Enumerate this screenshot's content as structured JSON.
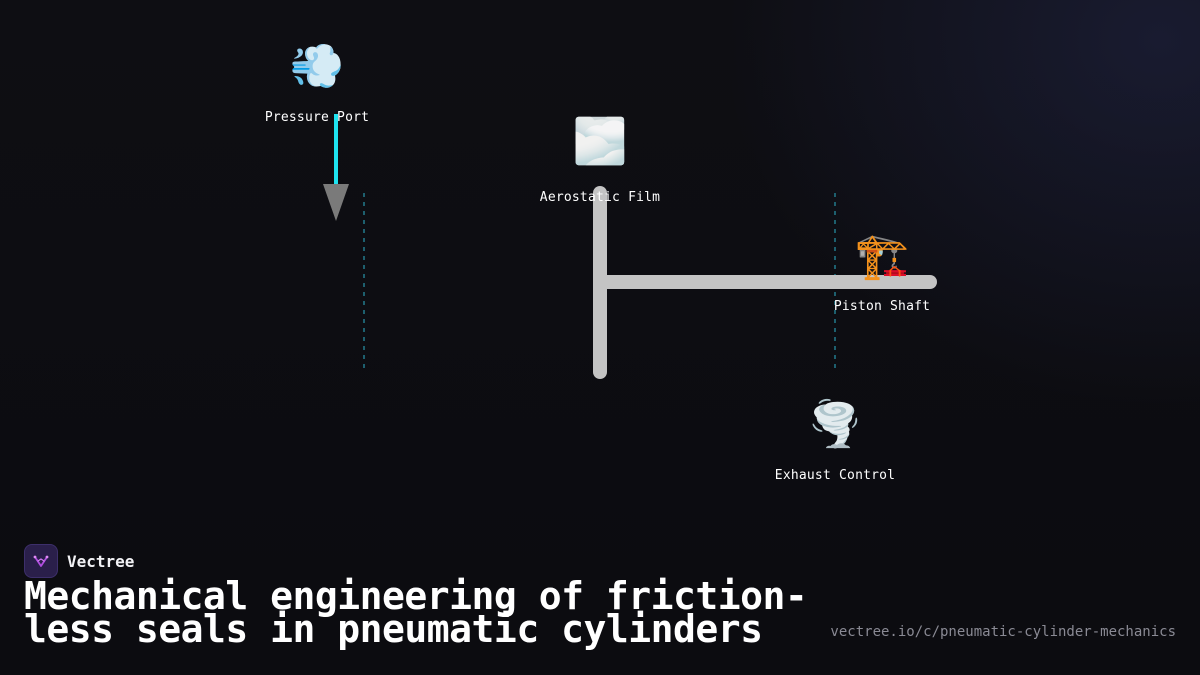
{
  "diagram": {
    "nodes": [
      {
        "id": "pressure-port",
        "label": "Pressure Port",
        "icon": "dashing-away-icon",
        "glyph": "💨"
      },
      {
        "id": "aerostatic-film",
        "label": "Aerostatic Film",
        "icon": "fog-icon",
        "glyph": "🌫️"
      },
      {
        "id": "piston-shaft",
        "label": "Piston Shaft",
        "icon": "crane-icon",
        "glyph": "🏗️"
      },
      {
        "id": "exhaust-control",
        "label": "Exhaust Control",
        "icon": "tornado-icon",
        "glyph": "🌪️"
      }
    ],
    "colors": {
      "arrow_shaft": "#1ee3f0",
      "arrow_head": "#7a7a7a",
      "connector": "#c4c4c4",
      "dashed_guide": "#1d5f6e"
    }
  },
  "brand": {
    "name": "Vectree",
    "logo_icon": "vectree-logo-icon"
  },
  "title": "Mechanical engineering of friction-less seals in pneumatic cylinders",
  "url": "vectree.io/c/pneumatic-cylinder-mechanics"
}
